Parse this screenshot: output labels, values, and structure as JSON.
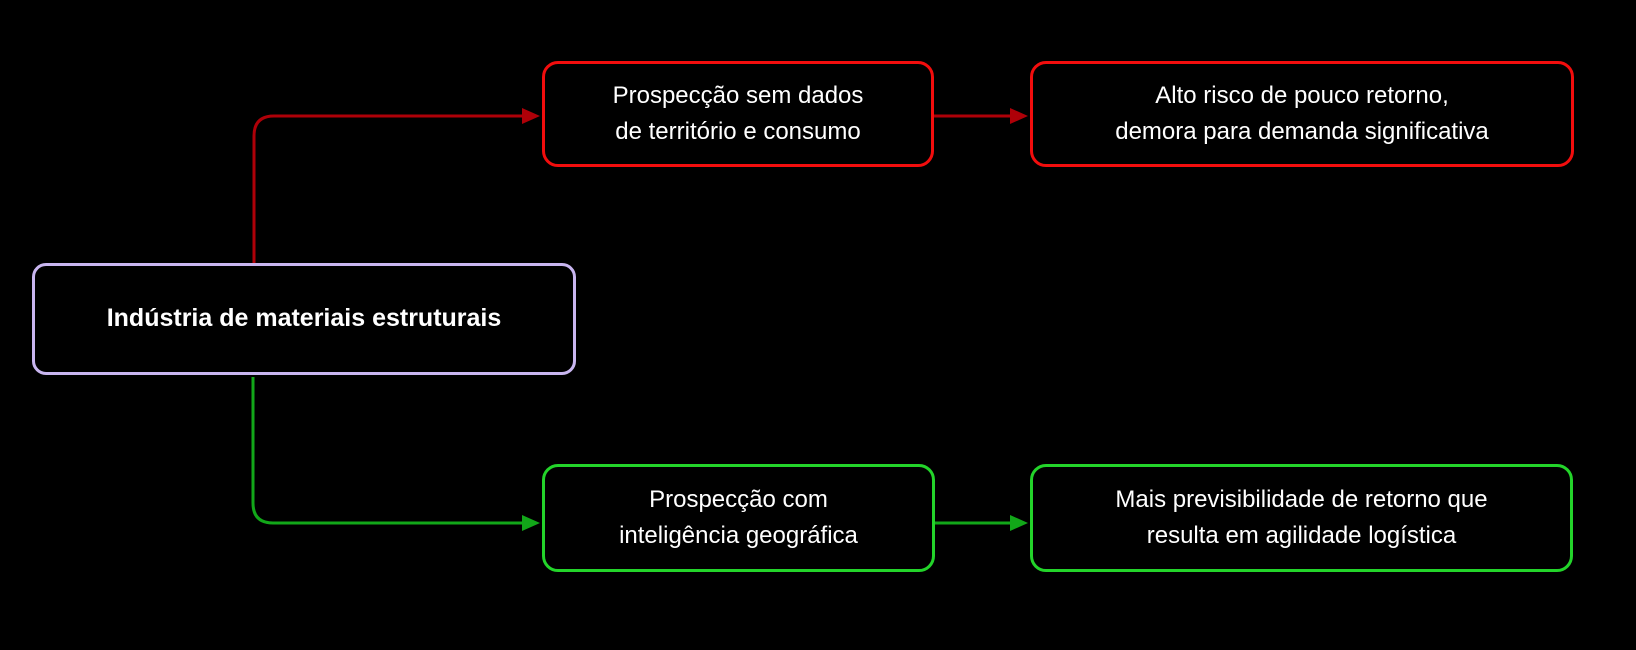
{
  "canvas": {
    "background_color": "#000000"
  },
  "diagram": {
    "root": {
      "label": "Indústria de materiais estruturais",
      "border_color": "#c9b6f0",
      "text_color": "#ffffff"
    },
    "top_branch": {
      "box_border_color": "#f20d0d",
      "connector_color": "#ae0008",
      "cause_label": "Prospecção sem dados\nde território e consumo",
      "effect_label": "Alto risco de pouco retorno,\ndemora para demanda significativa"
    },
    "bottom_branch": {
      "box_border_color": "#23d42a",
      "connector_color": "#12a719",
      "cause_label": "Prospecção com\ninteligência geográfica",
      "effect_label": "Mais previsibilidade de retorno que\nresulta em agilidade logística"
    }
  }
}
